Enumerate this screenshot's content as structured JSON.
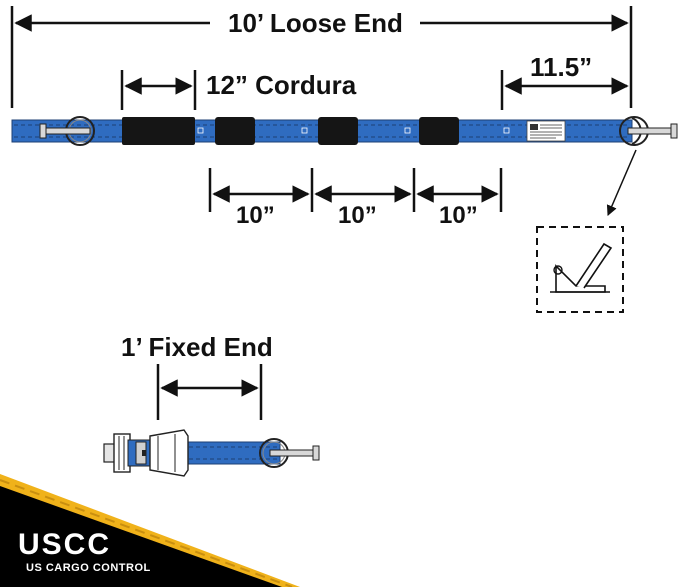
{
  "labels": {
    "loose_end": "10’ Loose End",
    "cordura": "12” Cordura",
    "end_length": "11.5”",
    "spacing_1": "10”",
    "spacing_2": "10”",
    "spacing_3": "10”",
    "fixed_end": "1’ Fixed End"
  },
  "brand": {
    "logo": "USCC",
    "name": "US CARGO CONTROL"
  },
  "colors": {
    "strap": "#2f6cc0",
    "strap_edge": "#1d3f73",
    "sleeve": "#151515",
    "brand_band": "#000000",
    "brand_stripe": "#f0b21a"
  }
}
